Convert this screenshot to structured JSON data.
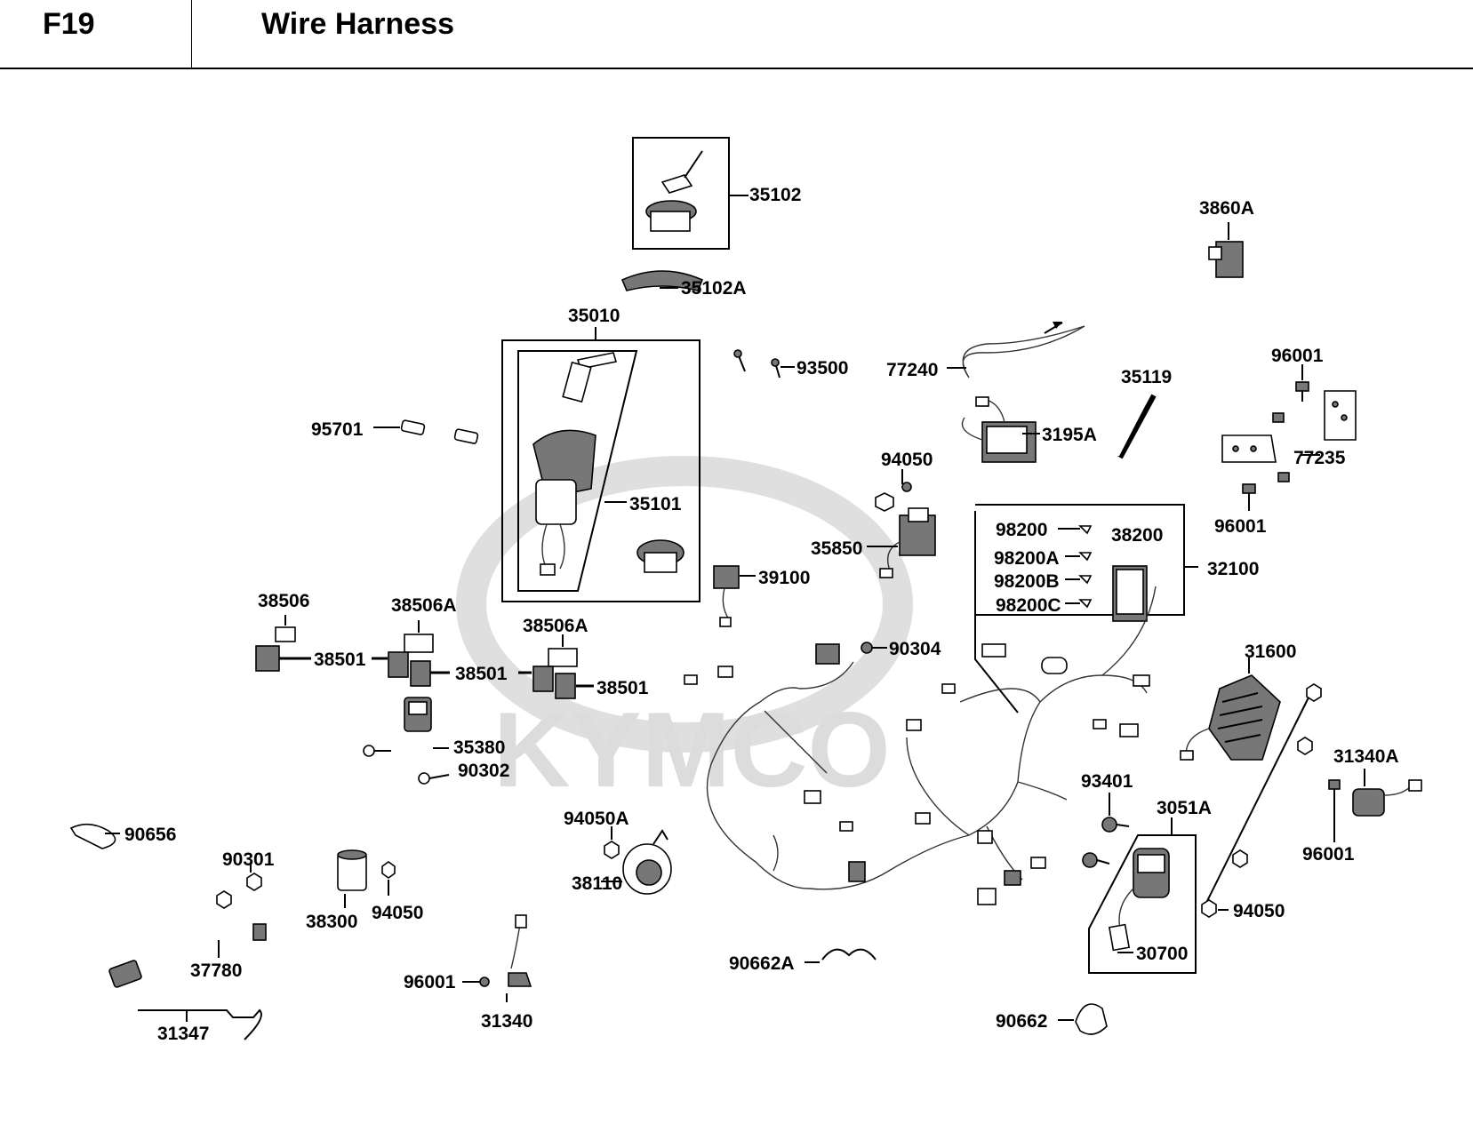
{
  "header": {
    "code": "F19",
    "title": "Wire Harness"
  },
  "watermark": {
    "text": "KYMCO"
  },
  "labels": {
    "p35102": "35102",
    "p35102A": "35102A",
    "p3860A": "3860A",
    "p35010": "35010",
    "p93500": "93500",
    "p77240": "77240",
    "p35119": "35119",
    "p96001a": "96001",
    "p95701": "95701",
    "p3195A": "3195A",
    "p77235": "77235",
    "p35101": "35101",
    "p94050a": "94050",
    "p96001b": "96001",
    "p98200": "98200",
    "p98200A": "98200A",
    "p98200B": "98200B",
    "p98200C": "98200C",
    "p38200": "38200",
    "p32100": "32100",
    "p35850": "35850",
    "p39100": "39100",
    "p38506": "38506",
    "p38506A1": "38506A",
    "p38506A2": "38506A",
    "p38501a": "38501",
    "p38501b": "38501",
    "p38501c": "38501",
    "p90304": "90304",
    "p31600": "31600",
    "p35380": "35380",
    "p90302": "90302",
    "p31340A": "31340A",
    "p93401": "93401",
    "p3051A": "3051A",
    "p96001c": "96001",
    "p94050A": "94050A",
    "p90656": "90656",
    "p90301": "90301",
    "p38110": "38110",
    "p38300": "38300",
    "p94050b": "94050",
    "p94050c": "94050",
    "p37780": "37780",
    "p30700": "30700",
    "p96001d": "96001",
    "p90662A": "90662A",
    "p31340": "31340",
    "p31347": "31347",
    "p90662": "90662"
  }
}
